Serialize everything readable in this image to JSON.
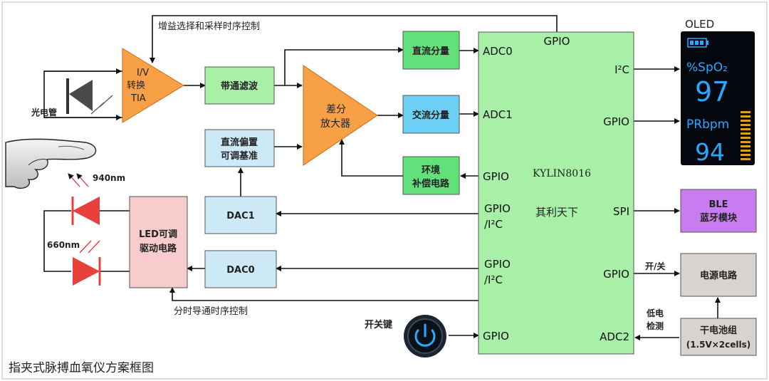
{
  "title": "指夹式脉搏血氧仪方案框图",
  "top_control": "增益选择和采样时序控制",
  "bottom_control": "分时导通时序控制",
  "photodiode": "光电管",
  "tia": [
    "I/V",
    "转换",
    "TIA"
  ],
  "bandpass": "带通滤波",
  "diff_amp": [
    "差分",
    "放大器"
  ],
  "dc_bias": [
    "直流偏置",
    "可调基准"
  ],
  "dc_comp": "直流分量",
  "ac_comp": "交流分量",
  "ambient": [
    "环境",
    "补偿电路"
  ],
  "dac1": "DAC1",
  "dac0": "DAC0",
  "led_driver": [
    "LED可调",
    "驱动电路"
  ],
  "led_940": "940nm",
  "led_660": "660nm",
  "mcu": {
    "gpio_top": "GPIO",
    "adc0": "ADC0",
    "adc1": "ADC1",
    "gpio_left": "GPIO",
    "gpio_i2c_1": [
      "GPIO",
      "/I²C"
    ],
    "gpio_i2c_2": [
      "GPIO",
      "/I²C"
    ],
    "gpio_bottom": "GPIO",
    "chip": "KYLIN8016",
    "chip_cn": "其利天下",
    "i2c": "I²C",
    "gpio_r1": "GPIO",
    "spi": "SPI",
    "gpio_r2": "GPIO",
    "adc2": "ADC2"
  },
  "oled": {
    "label": "OLED",
    "spo2_label": "%SpO₂",
    "spo2_value": "97",
    "pr_label": "PRbpm",
    "pr_value": "94"
  },
  "ble": [
    "BLE",
    "蓝牙模块"
  ],
  "power": "电源电路",
  "onoff": "开/关",
  "battery": [
    "干电池组",
    "(1.5V×2cells)"
  ],
  "low_batt": [
    "低电",
    "检测"
  ],
  "power_key": "开关键",
  "colors": {
    "orange": "#f7a046",
    "green": "#a8f0a8",
    "green_dark": "#62e07a",
    "blue": "#6ecff6",
    "light_blue": "#cde9f6",
    "pink": "#f8cccc",
    "purple": "#c97cf0",
    "gray": "#d8d3cf",
    "mcu": "#a8f0a8",
    "oled_bg": "#05070f",
    "oled_text": "#2aa8ff"
  }
}
